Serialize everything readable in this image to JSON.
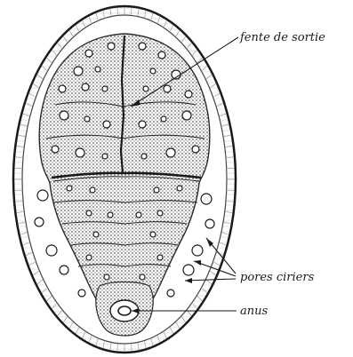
{
  "labels": {
    "exit_slit": "fente de sortie",
    "wax_pores": "pores ciriers",
    "anus": "anus"
  },
  "colors": {
    "ink": "#1a1a1a",
    "stipple": "#6a6a6a",
    "paper": "#ffffff"
  }
}
